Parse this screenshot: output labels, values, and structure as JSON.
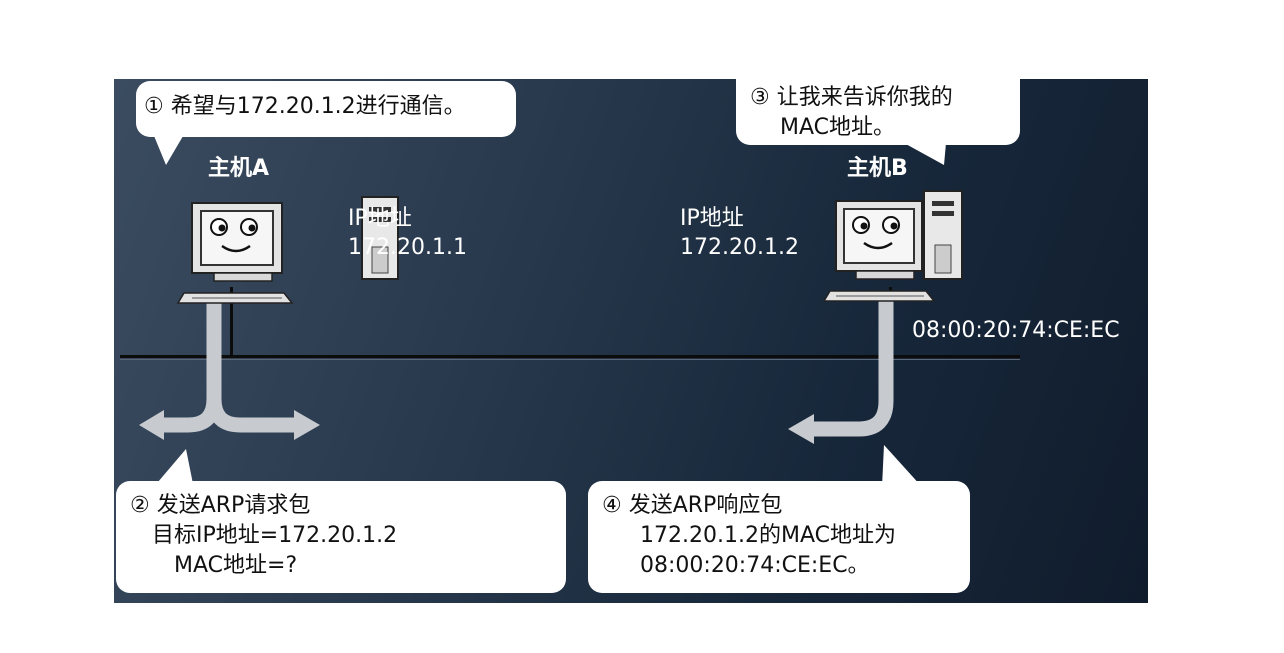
{
  "host_a": {
    "name": "主机A",
    "ip_label": "IP地址",
    "ip": "172.20.1.1",
    "message": "① 希望与172.20.1.2进行通信。"
  },
  "host_b": {
    "name": "主机B",
    "ip_label": "IP地址",
    "ip": "172.20.1.2",
    "mac": "08:00:20:74:CE:EC",
    "message_line1": "③ 让我来告诉你我的",
    "message_line2": "MAC地址。"
  },
  "arp_request": {
    "line1": "② 发送ARP请求包",
    "line2": "目标IP地址=172.20.1.2",
    "line3": "MAC地址=?"
  },
  "arp_reply": {
    "line1": "④ 发送ARP响应包",
    "line2": "172.20.1.2的MAC地址为",
    "line3": "08:00:20:74:CE:EC。"
  },
  "colors": {
    "background": "#1c2c40",
    "bubble": "#ffffff",
    "arrow": "#c9cdd2",
    "network_line": "#111111"
  }
}
